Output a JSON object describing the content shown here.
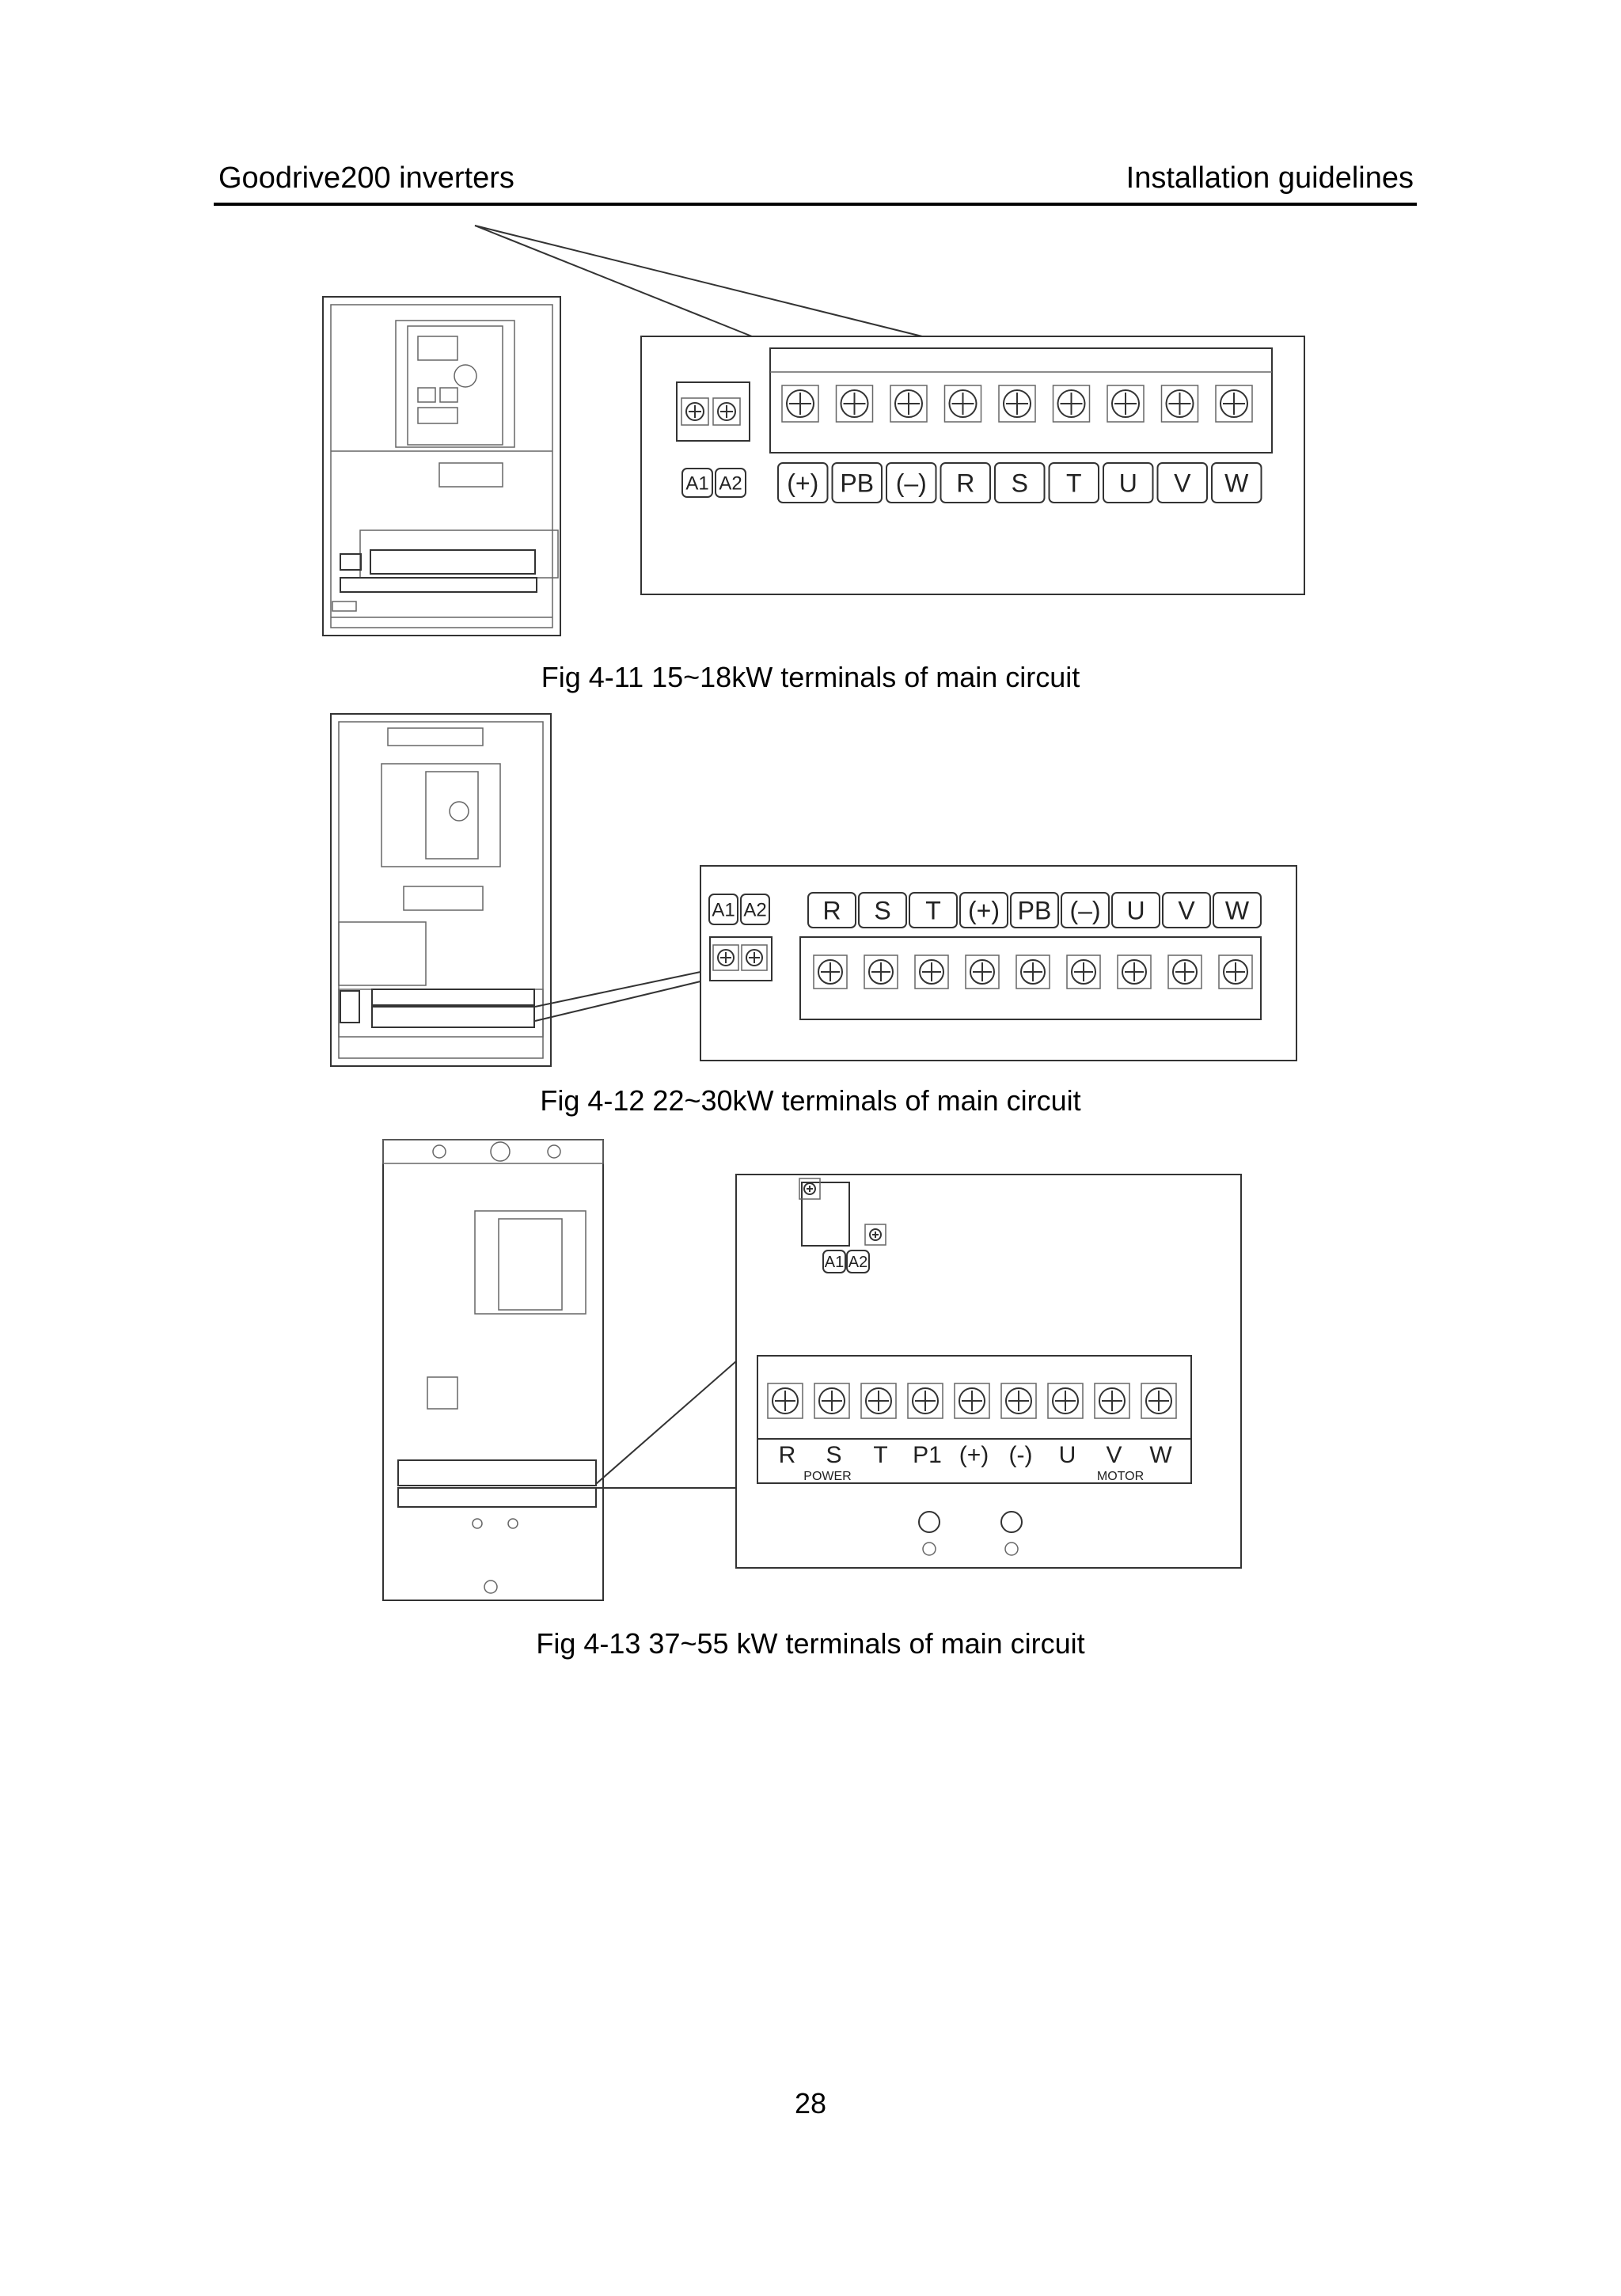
{
  "header": {
    "left": "Goodrive200 inverters",
    "right": "Installation guidelines"
  },
  "figures": [
    {
      "caption": "Fig 4-11 15~18kW terminals of main circuit",
      "aux_terminals": [
        "A1",
        "A2"
      ],
      "main_terminals": [
        "(+)",
        "PB",
        "(–)",
        "R",
        "S",
        "T",
        "U",
        "V",
        "W"
      ]
    },
    {
      "caption": "Fig 4-12 22~30kW terminals of main circuit",
      "aux_terminals": [
        "A1",
        "A2"
      ],
      "main_terminals": [
        "R",
        "S",
        "T",
        "(+)",
        "PB",
        "(–)",
        "U",
        "V",
        "W"
      ]
    },
    {
      "caption": "Fig 4-13 37~55 kW terminals of main circuit",
      "aux_terminals": [
        "A1",
        "A2"
      ],
      "main_terminals": [
        "R",
        "S",
        "T",
        "P1",
        "(+)",
        "(-)",
        "U",
        "V",
        "W"
      ],
      "groups": [
        "POWER",
        "MOTOR"
      ]
    }
  ],
  "page_number": "28"
}
